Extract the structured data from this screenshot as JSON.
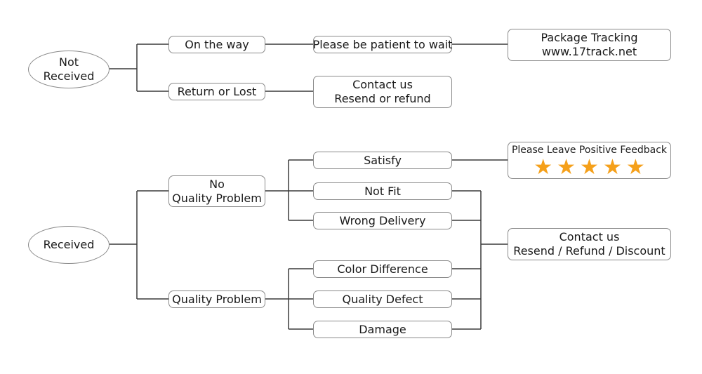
{
  "not_received": {
    "root": [
      "Not",
      "Received"
    ],
    "on_the_way": "On the way",
    "wait": "Please be patient to wait",
    "tracking": [
      "Package Tracking",
      "www.17track.net"
    ],
    "return_lost": "Return or Lost",
    "contact_resend": [
      "Contact us",
      "Resend or refund"
    ]
  },
  "received": {
    "root": "Received",
    "no_quality": [
      "No",
      "Quality Problem"
    ],
    "satisfy": "Satisfy",
    "not_fit": "Not Fit",
    "wrong_delivery": "Wrong Delivery",
    "feedback": {
      "title": "Please Leave Positive Feedback",
      "stars": 5
    },
    "quality_problem": "Quality Problem",
    "color_difference": "Color Difference",
    "quality_defect": "Quality Defect",
    "damage": "Damage",
    "contact_discount": [
      "Contact us",
      "Resend / Refund / Discount"
    ]
  },
  "colors": {
    "line": "#3a3a3a",
    "border": "#8a8a8a",
    "star": "#f5a01a"
  }
}
